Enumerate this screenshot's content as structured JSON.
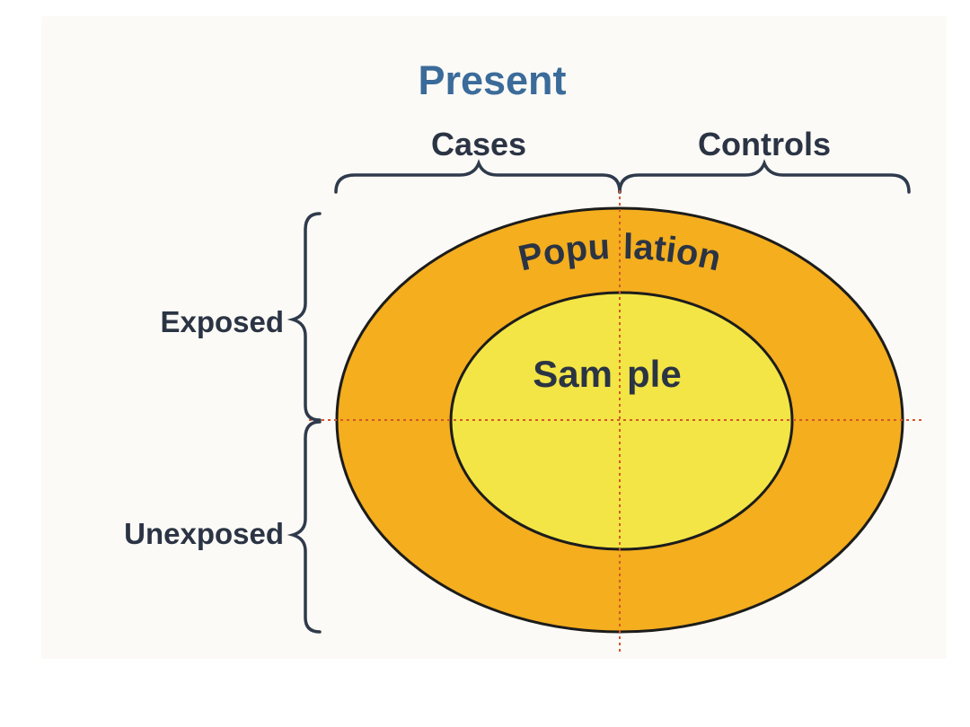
{
  "title": "Present",
  "columns": {
    "left": "Cases",
    "right": "Controls"
  },
  "rows": {
    "top": "Exposed",
    "bottom": "Unexposed"
  },
  "outer_ellipse": {
    "label_left": "Popu",
    "label_right": "lation"
  },
  "inner_ellipse": {
    "label_left": "Sam",
    "label_right": "ple"
  },
  "colors": {
    "background": "#ffffff",
    "panel": "#fbfaf6",
    "title": "#3b6b9a",
    "text": "#2b3444",
    "outer_fill": "#f4ae1e",
    "inner_fill": "#f3e545",
    "ellipse_stroke": "#1c1c1c",
    "brace": "#2f3a4c",
    "divider": "#d2582a"
  }
}
